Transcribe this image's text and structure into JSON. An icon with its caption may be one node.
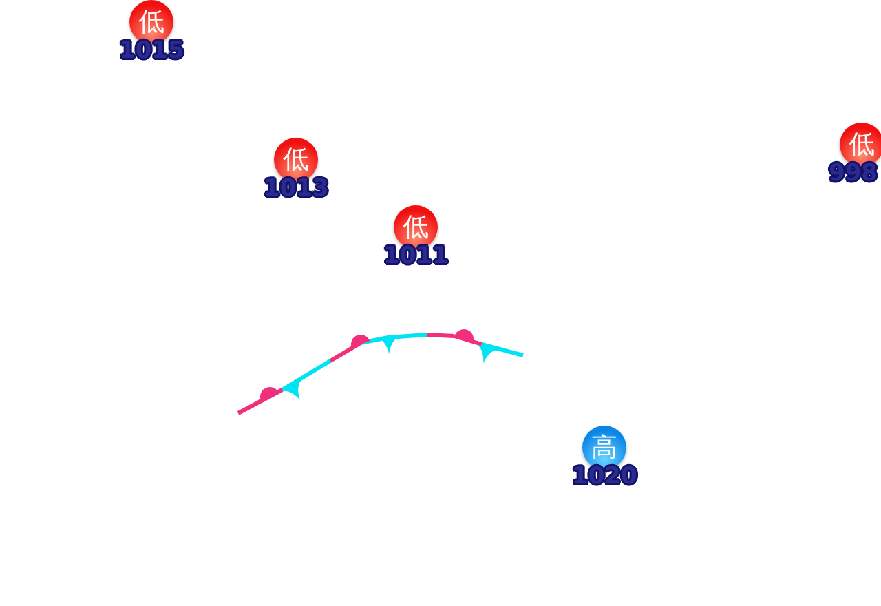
{
  "diagram": {
    "nodes": [
      {
        "text": [
          "低"
        ],
        "beside": [
          "1015"
        ]
      },
      {
        "text": [
          "低"
        ],
        "beside": [
          "1013"
        ]
      },
      {
        "text": [
          "低"
        ],
        "beside": [
          "998"
        ]
      },
      {
        "text": [
          "低"
        ],
        "beside": [
          "1011"
        ]
      },
      {
        "text": [
          "高"
        ],
        "beside": [
          "1020"
        ]
      }
    ]
  }
}
